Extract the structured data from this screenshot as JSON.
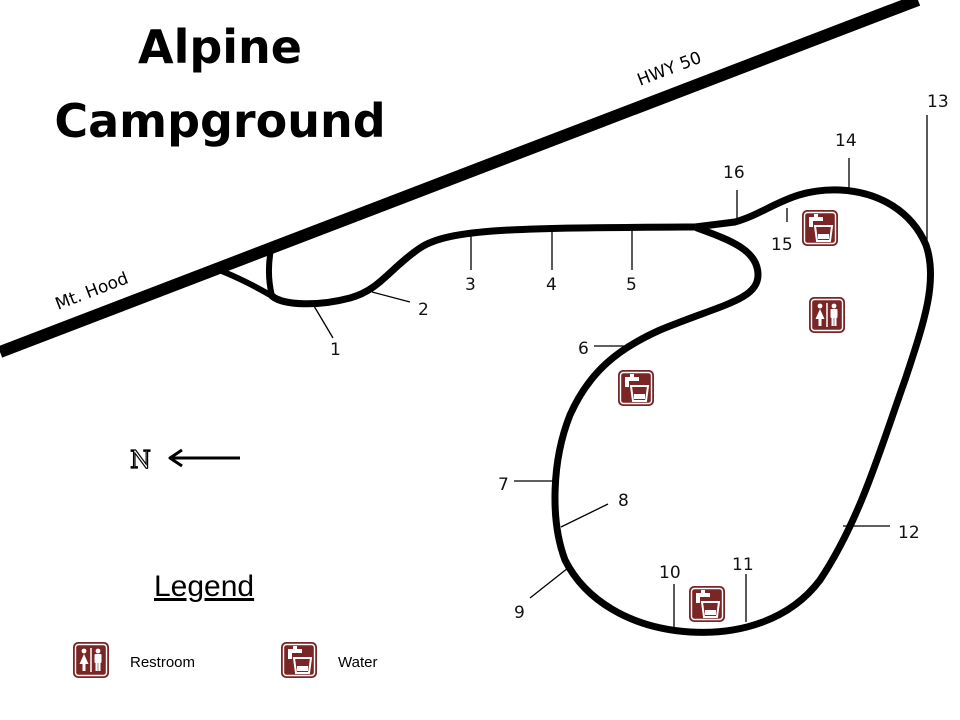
{
  "title": {
    "line1": "Alpine",
    "line2": "Campground"
  },
  "roads": {
    "highway": "HWY 50",
    "west": "Mt. Hood"
  },
  "north_label": "N",
  "sites": [
    "1",
    "2",
    "3",
    "4",
    "5",
    "6",
    "7",
    "8",
    "9",
    "10",
    "11",
    "12",
    "13",
    "14",
    "15",
    "16"
  ],
  "legend": {
    "title": "Legend",
    "items": [
      {
        "label": "Restroom",
        "icon": "restroom-icon"
      },
      {
        "label": "Water",
        "icon": "water-icon"
      }
    ]
  },
  "colors": {
    "icon_bg": "#7a2626",
    "road": "#000000"
  }
}
